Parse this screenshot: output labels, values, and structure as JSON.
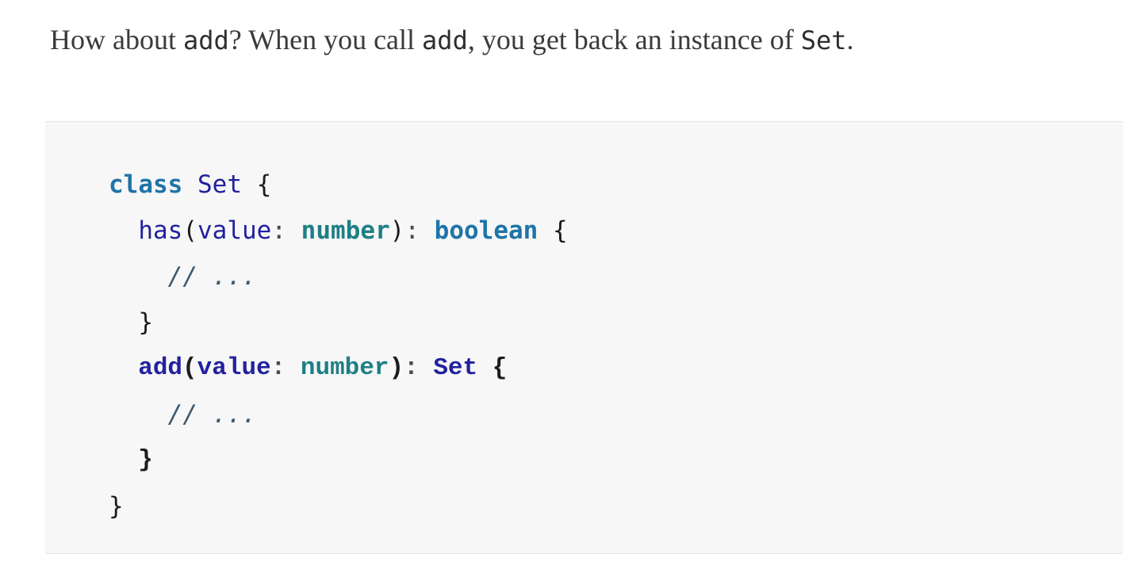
{
  "prose": {
    "segments": [
      {
        "text": "How about ",
        "code": false
      },
      {
        "text": "add",
        "code": true
      },
      {
        "text": "? When you call ",
        "code": false
      },
      {
        "text": "add",
        "code": true
      },
      {
        "text": ", you get back an instance of ",
        "code": false
      },
      {
        "text": "Set",
        "code": true
      },
      {
        "text": ".",
        "code": false
      }
    ]
  },
  "code_block": {
    "lines": [
      {
        "emphasized": false,
        "tokens": [
          {
            "text": "class",
            "type": "keyword"
          },
          {
            "text": " ",
            "type": "plain"
          },
          {
            "text": "Set",
            "type": "identifier"
          },
          {
            "text": " ",
            "type": "plain"
          },
          {
            "text": "{",
            "type": "punctuation"
          }
        ]
      },
      {
        "emphasized": false,
        "tokens": [
          {
            "text": "  ",
            "type": "plain"
          },
          {
            "text": "has",
            "type": "identifier"
          },
          {
            "text": "(",
            "type": "punctuation"
          },
          {
            "text": "value",
            "type": "identifier"
          },
          {
            "text": ":",
            "type": "colon"
          },
          {
            "text": " ",
            "type": "plain"
          },
          {
            "text": "number",
            "type": "type"
          },
          {
            "text": ")",
            "type": "punctuation"
          },
          {
            "text": ":",
            "type": "colon"
          },
          {
            "text": " ",
            "type": "plain"
          },
          {
            "text": "boolean",
            "type": "keyword"
          },
          {
            "text": " ",
            "type": "plain"
          },
          {
            "text": "{",
            "type": "punctuation"
          }
        ]
      },
      {
        "emphasized": false,
        "tokens": [
          {
            "text": "    ",
            "type": "plain"
          },
          {
            "text": "// ...",
            "type": "comment"
          }
        ]
      },
      {
        "emphasized": false,
        "tokens": [
          {
            "text": "  ",
            "type": "plain"
          },
          {
            "text": "}",
            "type": "punctuation"
          }
        ]
      },
      {
        "emphasized": true,
        "tokens": [
          {
            "text": "  ",
            "type": "plain"
          },
          {
            "text": "add",
            "type": "identifier"
          },
          {
            "text": "(",
            "type": "punctuation"
          },
          {
            "text": "value",
            "type": "identifier"
          },
          {
            "text": ":",
            "type": "colon"
          },
          {
            "text": " ",
            "type": "plain"
          },
          {
            "text": "number",
            "type": "type"
          },
          {
            "text": ")",
            "type": "punctuation"
          },
          {
            "text": ":",
            "type": "colon"
          },
          {
            "text": " ",
            "type": "plain"
          },
          {
            "text": "Set",
            "type": "identifier"
          },
          {
            "text": " ",
            "type": "plain"
          },
          {
            "text": "{",
            "type": "punctuation"
          }
        ]
      },
      {
        "emphasized": false,
        "tokens": [
          {
            "text": "    ",
            "type": "plain"
          },
          {
            "text": "// ...",
            "type": "comment"
          }
        ]
      },
      {
        "emphasized": true,
        "tokens": [
          {
            "text": "  ",
            "type": "plain"
          },
          {
            "text": "}",
            "type": "punctuation"
          }
        ]
      },
      {
        "emphasized": false,
        "tokens": [
          {
            "text": "}",
            "type": "punctuation"
          }
        ]
      }
    ]
  },
  "colors": {
    "keyword": "#1f74a8",
    "type": "#1e7f86",
    "identifier": "#22229e",
    "punctuation": "#1c1c1c",
    "colon": "#4a4a4a",
    "comment": "#3e5a6e",
    "code_background": "#f7f7f7",
    "code_border": "#e3e3e3",
    "prose_text": "#3a3a3a"
  }
}
